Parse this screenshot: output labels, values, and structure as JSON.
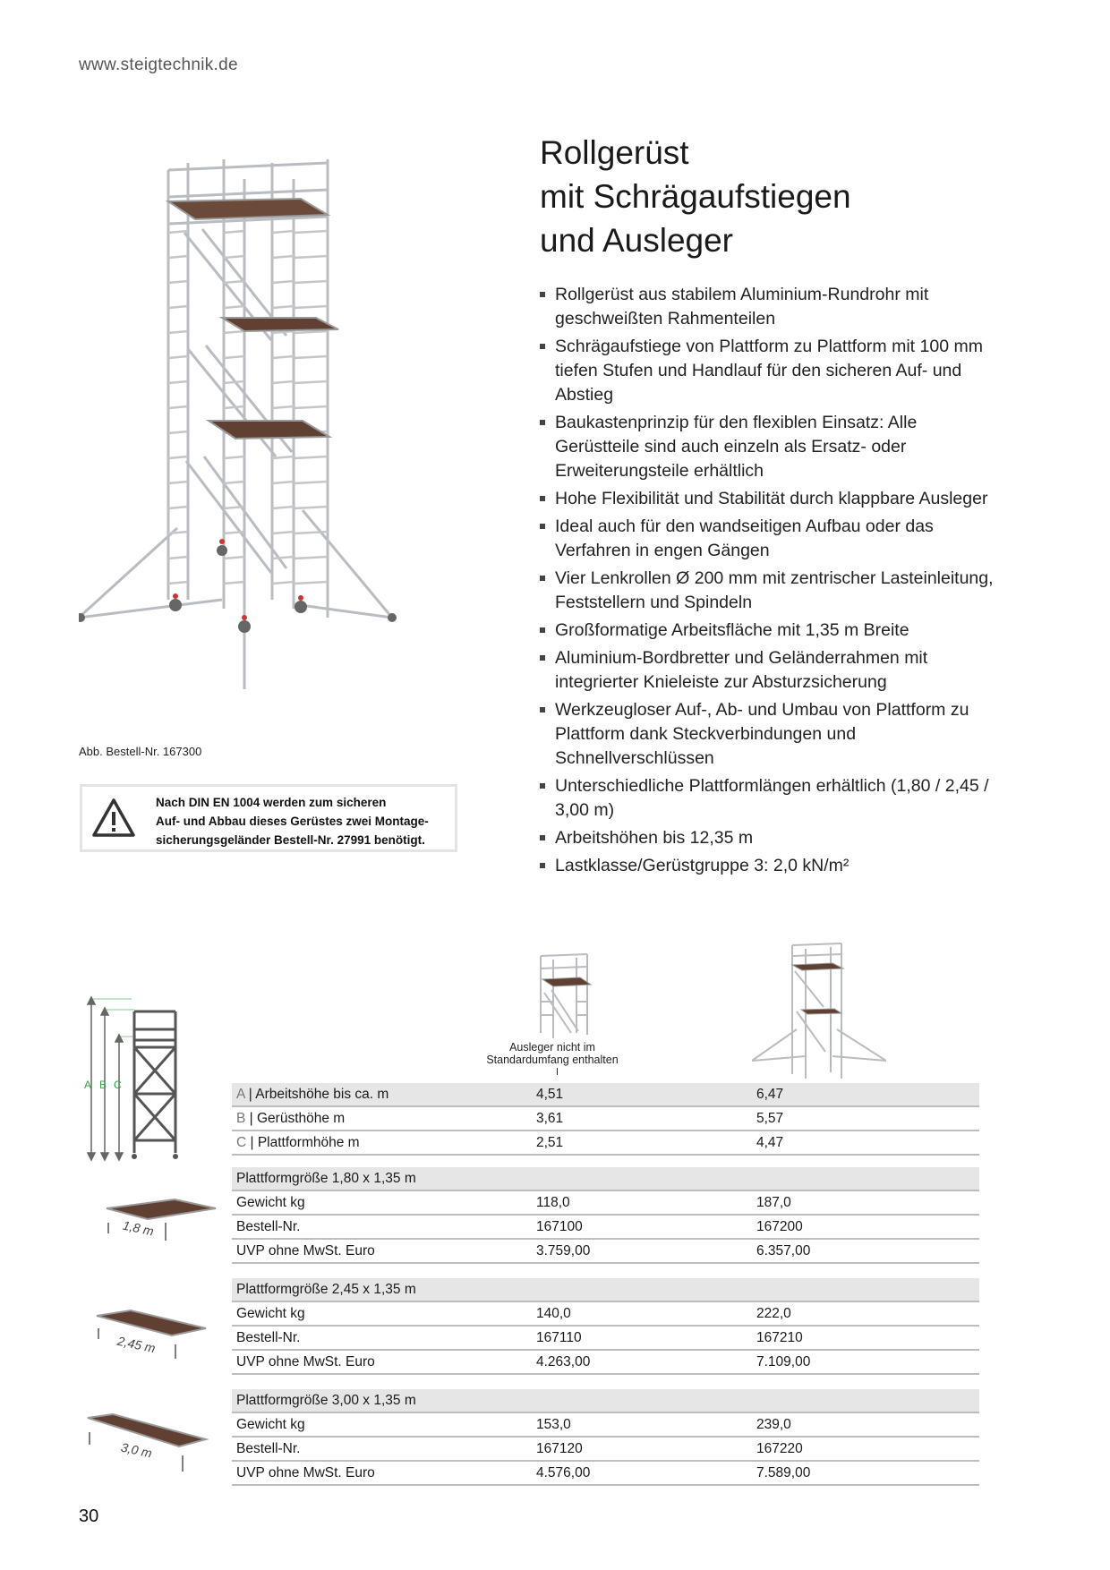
{
  "header": {
    "url": "www.steigtechnik.de"
  },
  "title_lines": [
    "Rollgerüst",
    "mit Schrägaufstiegen",
    "und Ausleger"
  ],
  "features": [
    "Rollgerüst aus stabilem Aluminium-Rundrohr mit geschweißten Rahmenteilen",
    "Schrägaufstiege von Plattform zu Plattform mit 100 mm tiefen Stufen und Handlauf für den sicheren Auf- und Abstieg",
    "Baukastenprinzip für den flexiblen Einsatz: Alle Gerüstteile sind auch einzeln als Ersatz- oder Erweiterungsteile erhältlich",
    "Hohe Flexibilität und Stabilität durch klappbare Ausleger",
    "Ideal auch für den wandseitigen Aufbau oder das Verfahren in engen Gängen",
    "Vier Lenkrollen Ø 200 mm mit zentrischer Lasteinleitung, Feststellern und Spindeln",
    "Großformatige Arbeitsfläche mit 1,35 m Breite",
    "Aluminium-Bordbretter und Geländerrahmen mit integrierter Knieleiste zur Absturzsicherung",
    "Werkzeugloser Auf-, Ab- und Umbau von Plattform zu Plattform dank Steckverbindungen und Schnellverschlüssen",
    "Unterschiedliche Plattformlängen erhältlich (1,80 / 2,45 / 3,00 m)",
    "Arbeitshöhen bis 12,35 m",
    "Lastklasse/Gerüstgruppe 3: 2,0 kN/m²"
  ],
  "image_caption": "Abb. Bestell-Nr. 167300",
  "warning": {
    "icon": "warning-triangle-icon",
    "lines": [
      "Nach DIN EN 1004 werden zum sicheren",
      "Auf- und Abbau dieses Gerüstes zwei Montage-",
      "sicherungsgeländer Bestell-Nr. 27991 benötigt."
    ]
  },
  "column_note": [
    "Ausleger nicht im",
    "Standardumfang enthalten"
  ],
  "diagram_labels": {
    "a": "A",
    "b": "B",
    "c": "C"
  },
  "heights_table": [
    {
      "letter": "A",
      "label": " | Arbeitshöhe bis ca. m",
      "v1": "4,51",
      "v2": "6,47"
    },
    {
      "letter": "B",
      "label": " | Gerüsthöhe m",
      "v1": "3,61",
      "v2": "5,57"
    },
    {
      "letter": "C",
      "label": " | Plattformhöhe m",
      "v1": "2,51",
      "v2": "4,47"
    }
  ],
  "platform_tables": [
    {
      "size_label": "1,8 m",
      "title": "Plattformgröße 1,80 x 1,35 m",
      "rows": [
        {
          "label": "Gewicht kg",
          "v1": "118,0",
          "v2": "187,0"
        },
        {
          "label": "Bestell-Nr.",
          "v1": "167100",
          "v2": "167200"
        },
        {
          "label": "UVP ohne MwSt. Euro",
          "v1": "3.759,00",
          "v2": "6.357,00"
        }
      ]
    },
    {
      "size_label": "2,45 m",
      "title": "Plattformgröße 2,45 x 1,35 m",
      "rows": [
        {
          "label": "Gewicht kg",
          "v1": "140,0",
          "v2": "222,0"
        },
        {
          "label": "Bestell-Nr.",
          "v1": "167110",
          "v2": "167210"
        },
        {
          "label": "UVP ohne MwSt. Euro",
          "v1": "4.263,00",
          "v2": "7.109,00"
        }
      ]
    },
    {
      "size_label": "3,0 m",
      "title": "Plattformgröße 3,00 x 1,35 m",
      "rows": [
        {
          "label": "Gewicht kg",
          "v1": "153,0",
          "v2": "239,0"
        },
        {
          "label": "Bestell-Nr.",
          "v1": "167120",
          "v2": "167220"
        },
        {
          "label": "UVP ohne MwSt. Euro",
          "v1": "4.576,00",
          "v2": "7.589,00"
        }
      ]
    }
  ],
  "page_number": "30"
}
